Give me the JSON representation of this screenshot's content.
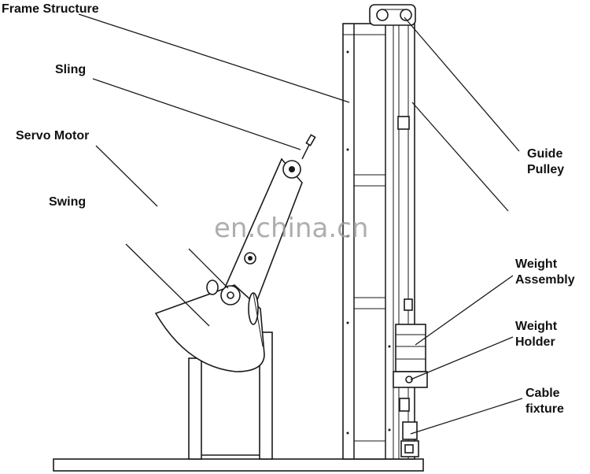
{
  "labels": {
    "frame_structure": "Frame Structure",
    "sling": "Sling",
    "servo_motor": "Servo Motor",
    "swing": "Swing",
    "guide_pulley_line1": "Guide",
    "guide_pulley_line2": "Pulley",
    "weight_assembly_line1": "Weight",
    "weight_assembly_line2": "Assembly",
    "weight_holder_line1": "Weight",
    "weight_holder_line2": "Holder",
    "cable_fixture_line1": "Cable",
    "cable_fixture_line2": "fixture"
  },
  "watermark": "en.china.cn",
  "colors": {
    "line": "#1a1a1a",
    "background": "#ffffff",
    "watermark": "#9a9a9a"
  }
}
